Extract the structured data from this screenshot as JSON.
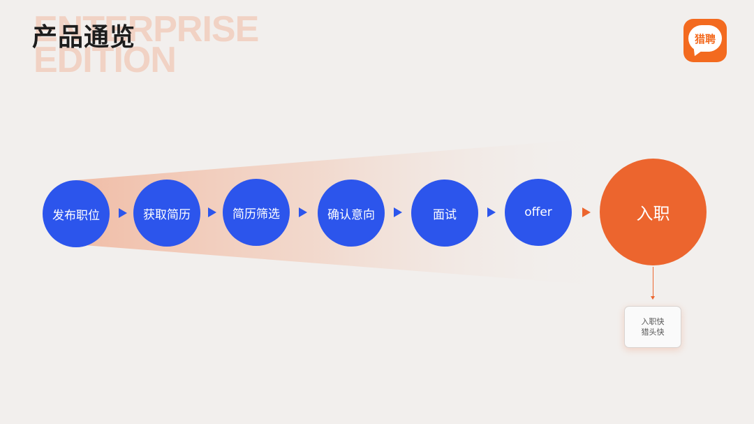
{
  "header": {
    "watermark": "ENTERPRISE\nEDITION",
    "title": "产品通览",
    "logo_text": "猎聘"
  },
  "colors": {
    "step": "#2c55ec",
    "final": "#ec652e",
    "background": "#f2efed"
  },
  "flow": {
    "steps": [
      {
        "label": "发布职位"
      },
      {
        "label": "获取简历"
      },
      {
        "label": "简历筛选"
      },
      {
        "label": "确认意向"
      },
      {
        "label": "面试"
      },
      {
        "label": "offer"
      },
      {
        "label": "入职"
      }
    ],
    "note": {
      "line1": "入职快",
      "line2": "猎头快"
    }
  }
}
